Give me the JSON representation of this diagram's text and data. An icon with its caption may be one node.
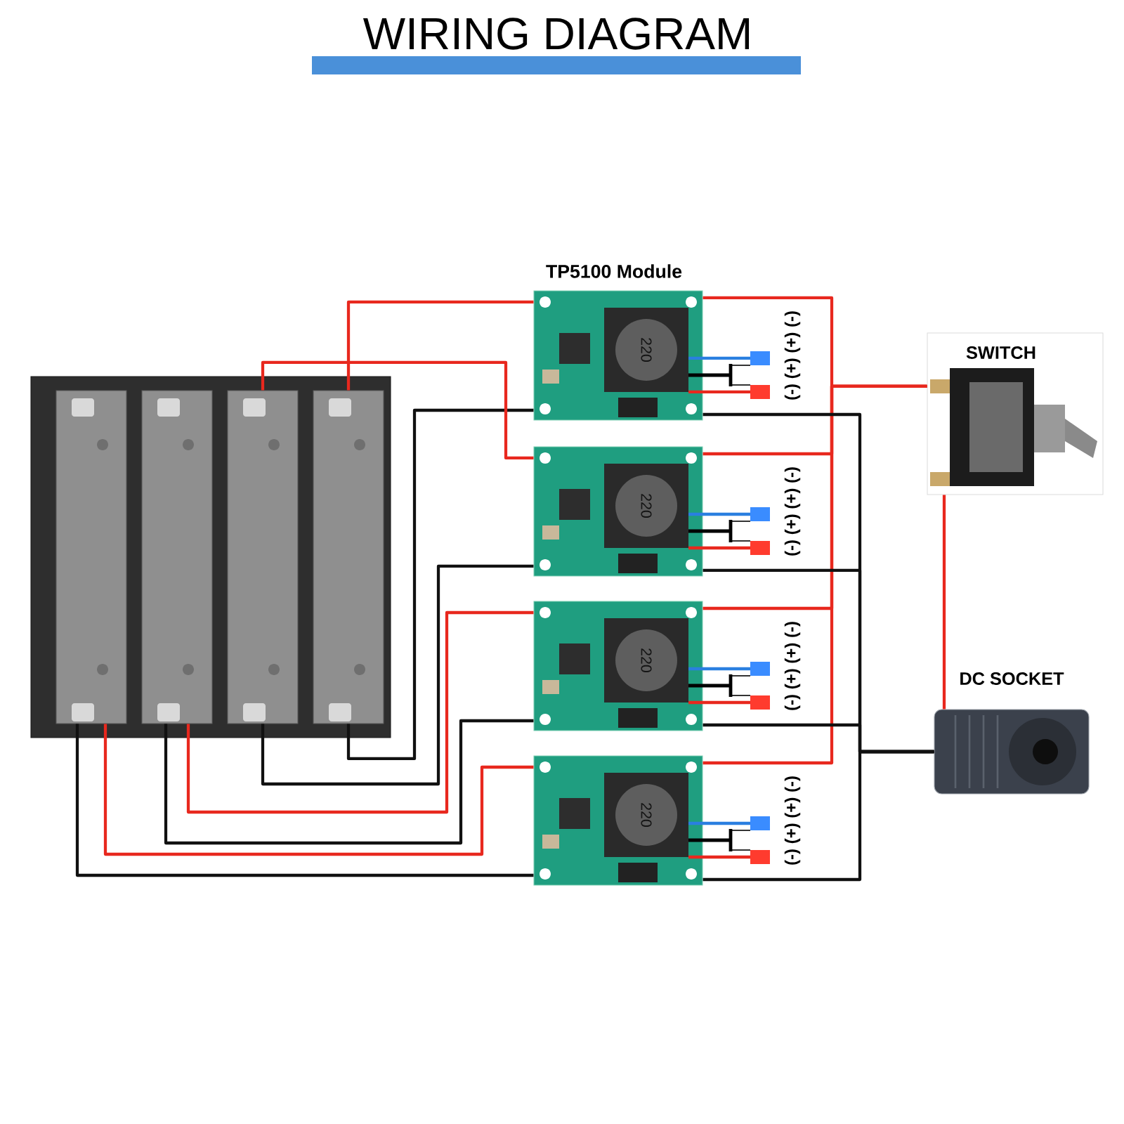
{
  "diagram": {
    "title": "WIRING DIAGRAM",
    "nodes": [
      {
        "text": [],
        "shape": "picture"
      },
      {
        "text": [],
        "shape": "bar",
        "in": 0
      },
      {
        "text": [],
        "shape": "bar",
        "in": 0
      },
      {
        "text": [],
        "shape": "bar",
        "in": 0
      },
      {
        "text": [],
        "shape": "bar",
        "in": 0
      },
      {
        "text": [
          "TP5100 Module",
          "220"
        ],
        "beside": [
          "(-) (+) (+) (-)"
        ]
      },
      {
        "text": [
          "220"
        ],
        "beside": [
          "(-) (+) (+) (-)"
        ]
      },
      {
        "text": [
          "220"
        ],
        "beside": [
          "(-) (+) (+) (-)"
        ]
      },
      {
        "text": [
          "220"
        ],
        "beside": [
          "(-) (+) (+) (-)"
        ]
      },
      {
        "text": [
          "SWITCH"
        ]
      },
      {
        "text": [
          "DC SOCKET"
        ]
      }
    ],
    "edges": [
      {
        "from": 4,
        "to": 5,
        "arrow": "none",
        "color": "#e8281e"
      },
      {
        "from": 4,
        "to": 5,
        "arrow": "none",
        "color": "#111111"
      },
      {
        "from": 3,
        "to": 6,
        "arrow": "none",
        "color": "#e8281e"
      },
      {
        "from": 3,
        "to": 6,
        "arrow": "none",
        "color": "#111111"
      },
      {
        "from": 2,
        "to": 7,
        "arrow": "none",
        "color": "#e8281e"
      },
      {
        "from": 2,
        "to": 7,
        "arrow": "none",
        "color": "#111111"
      },
      {
        "from": 1,
        "to": 8,
        "arrow": "none",
        "color": "#e8281e"
      },
      {
        "from": 1,
        "to": 8,
        "arrow": "none",
        "color": "#111111"
      },
      {
        "from": 5,
        "to": 9,
        "arrow": "none",
        "color": "#e8281e"
      },
      {
        "from": 6,
        "to": 9,
        "arrow": "none",
        "color": "#e8281e"
      },
      {
        "from": 7,
        "to": 9,
        "arrow": "none",
        "color": "#e8281e"
      },
      {
        "from": 8,
        "to": 9,
        "arrow": "none",
        "color": "#e8281e"
      },
      {
        "from": 5,
        "to": 10,
        "arrow": "none",
        "color": "#111111"
      },
      {
        "from": 6,
        "to": 10,
        "arrow": "none",
        "color": "#111111"
      },
      {
        "from": 7,
        "to": 10,
        "arrow": "none",
        "color": "#111111"
      },
      {
        "from": 8,
        "to": 10,
        "arrow": "none",
        "color": "#111111"
      },
      {
        "from": 9,
        "to": 10,
        "arrow": "none",
        "color": "#e8281e"
      }
    ]
  }
}
